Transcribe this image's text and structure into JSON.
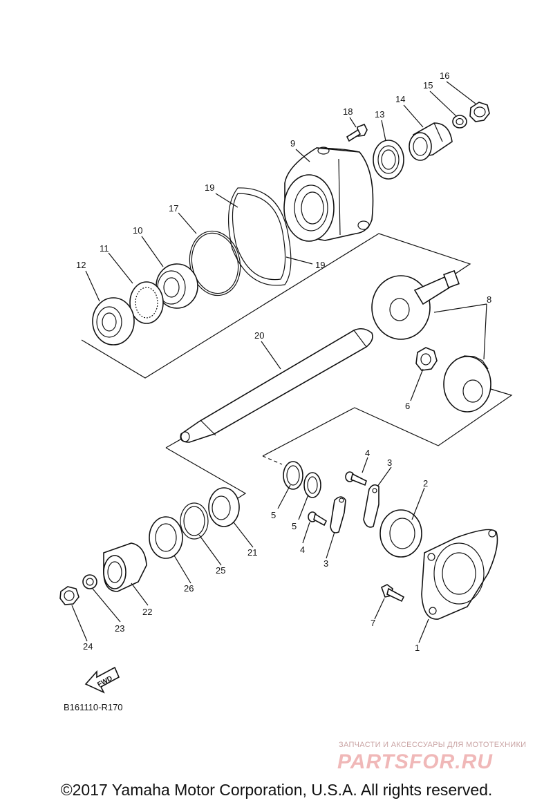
{
  "callouts": {
    "c1": "1",
    "c2": "2",
    "c3a": "3",
    "c3b": "3",
    "c4a": "4",
    "c4b": "4",
    "c5a": "5",
    "c5b": "5",
    "c6": "6",
    "c7": "7",
    "c8": "8",
    "c9": "9",
    "c10": "10",
    "c11": "11",
    "c12": "12",
    "c13": "13",
    "c14": "14",
    "c15": "15",
    "c16": "16",
    "c17": "17",
    "c18": "18",
    "c19a": "19",
    "c19b": "19",
    "c20": "20",
    "c21": "21",
    "c22": "22",
    "c23": "23",
    "c24": "24",
    "c25": "25",
    "c26": "26"
  },
  "fwd_label": "FWD",
  "figure_code": "B161110-R170",
  "watermark": {
    "tagline": "ЗАПЧАСТИ И АКСЕССУАРЫ ДЛЯ МОТОТЕХНИКИ",
    "logo": "PARTSFOR.RU"
  },
  "copyright": "©2017 Yamaha Motor Corporation, U.S.A. All rights reserved."
}
